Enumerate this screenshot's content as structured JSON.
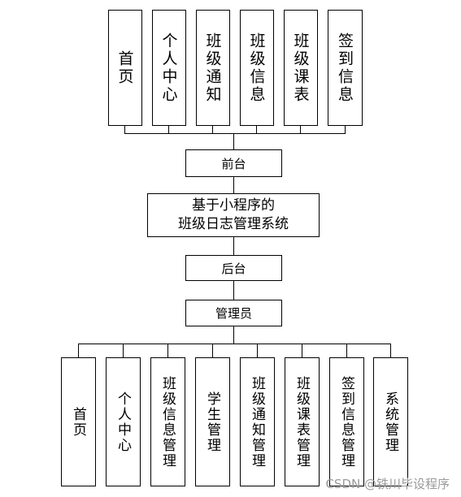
{
  "frontend": {
    "label": "前台",
    "modules": [
      "首页",
      "个人中心",
      "班级通知",
      "班级信息",
      "班级课表",
      "签到信息"
    ]
  },
  "system_title": {
    "line1": "基于小程序的",
    "line2": "班级日志管理系统"
  },
  "backend": {
    "label": "后台",
    "role": "管理员",
    "modules": [
      "首页",
      "个人中心",
      "班级信息管理",
      "学生管理",
      "班级通知管理",
      "班级课表管理",
      "签到信息管理",
      "系统管理"
    ]
  },
  "watermark": "CSDN @铁川毕设程序"
}
